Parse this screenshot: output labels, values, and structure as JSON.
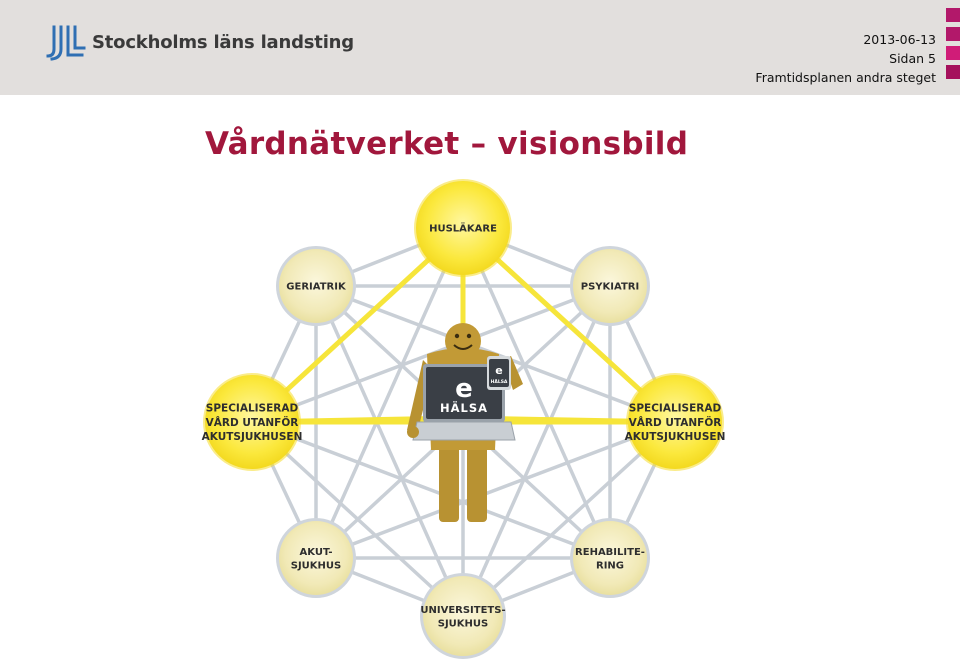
{
  "header": {
    "logo_text": "Stockholms läns landsting",
    "date": "2013-06-13",
    "page": "Sidan 5",
    "subtitle": "Framtidsplanen andra steget"
  },
  "title": "Vårdnätverket – visionsbild",
  "diagram": {
    "center_device_label": "HÄLSA",
    "center_device_letter": "e",
    "tablet_letter": "e",
    "tablet_label": "HÄLSA",
    "nodes": [
      {
        "id": "husl",
        "lines": [
          "HUSLÄKARE"
        ],
        "highlight": true
      },
      {
        "id": "psyk",
        "lines": [
          "PSYKIATRI"
        ],
        "highlight": false
      },
      {
        "id": "spec_r",
        "lines": [
          "SPECIALISERAD",
          "VÅRD UTANFÖR",
          "AKUTSJUKHUSEN"
        ],
        "highlight": true
      },
      {
        "id": "rehab",
        "lines": [
          "REHABILITE-",
          "RING"
        ],
        "highlight": false
      },
      {
        "id": "univ",
        "lines": [
          "UNIVERSITETS-",
          "SJUKHUS"
        ],
        "highlight": false
      },
      {
        "id": "akut",
        "lines": [
          "AKUT-",
          "SJUKHUS"
        ],
        "highlight": false
      },
      {
        "id": "spec_l",
        "lines": [
          "SPECIALISERAD",
          "VÅRD UTANFÖR",
          "AKUTSJUKHUSEN"
        ],
        "highlight": true
      },
      {
        "id": "geri",
        "lines": [
          "GERIATRIK"
        ],
        "highlight": false
      }
    ],
    "colors": {
      "highlight_fill": "#fbe83c",
      "highlight_edge": "#f6dc2a",
      "normal_fill": "#f4eec2",
      "normal_ring": "#cfd5dc",
      "network_line": "#c9cfd6",
      "yellow_line": "#f6e53a",
      "figure": "#b89232",
      "laptop": "#3a3f46"
    }
  }
}
